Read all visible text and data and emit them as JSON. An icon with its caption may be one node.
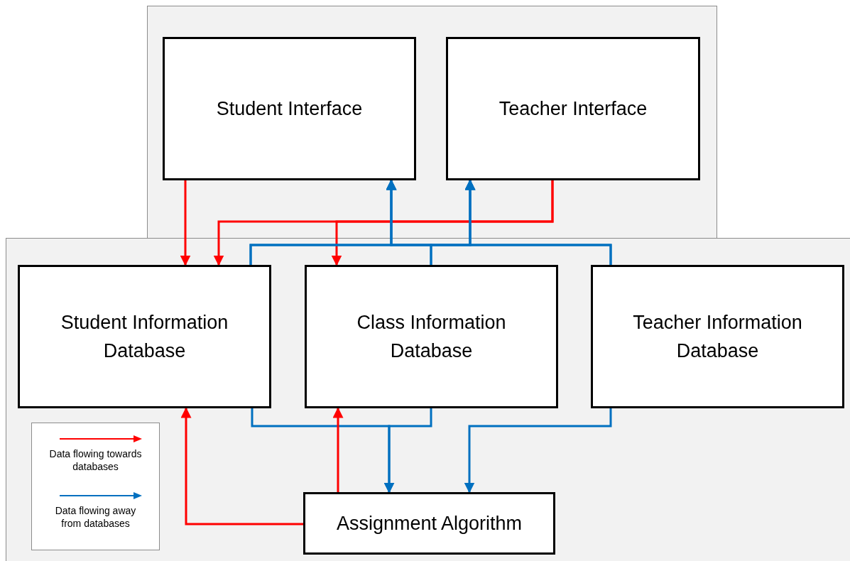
{
  "diagram": {
    "nodes": [
      {
        "text": [],
        "shape": "box"
      },
      {
        "text": [
          "Student Interface"
        ],
        "in": 0
      },
      {
        "text": [
          "Teacher Interface"
        ],
        "in": 0
      },
      {
        "text": [],
        "shape": "box"
      },
      {
        "text": [
          "Student Information Database"
        ],
        "in": 3
      },
      {
        "text": [
          "Class Information Database"
        ],
        "in": 3
      },
      {
        "text": [
          "Teacher Information Database"
        ],
        "in": 3
      },
      {
        "text": [
          "Assignment Algorithm"
        ],
        "in": 3
      }
    ],
    "edges": [
      {
        "from": 1,
        "to": 4,
        "arrow": "to",
        "color": "#ff0000"
      },
      {
        "from": 2,
        "to": 4,
        "arrow": "to",
        "color": "#ff0000"
      },
      {
        "from": 2,
        "to": 5,
        "arrow": "to",
        "color": "#ff0000"
      },
      {
        "from": 4,
        "to": 1,
        "arrow": "to"
      },
      {
        "from": 5,
        "to": 1,
        "arrow": "to"
      },
      {
        "from": 6,
        "to": 1,
        "arrow": "to"
      },
      {
        "from": 4,
        "to": 2,
        "arrow": "to"
      },
      {
        "from": 5,
        "to": 2,
        "arrow": "to"
      },
      {
        "from": 6,
        "to": 2,
        "arrow": "to"
      },
      {
        "from": 4,
        "to": 7,
        "arrow": "to"
      },
      {
        "from": 5,
        "to": 7,
        "arrow": "to"
      },
      {
        "from": 6,
        "to": 7,
        "arrow": "to"
      },
      {
        "from": 7,
        "to": 5,
        "arrow": "to",
        "color": "#ff0000"
      },
      {
        "from": 7,
        "to": 4,
        "arrow": "to",
        "color": "#ff0000"
      }
    ],
    "legend": [
      {
        "text": "Data flowing towards databases"
      },
      {
        "text": "Data flowing away from databases"
      }
    ]
  }
}
